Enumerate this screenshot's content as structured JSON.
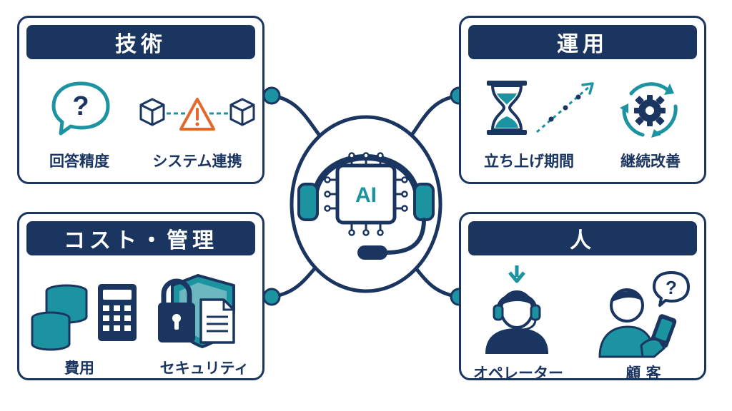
{
  "center": {
    "label": "AI"
  },
  "colors": {
    "navy": "#1b3561",
    "teal": "#1c93a0",
    "orange": "#e2682b"
  },
  "panels": {
    "tech": {
      "title": "技術",
      "items": [
        {
          "label": "回答精度",
          "icon": "question-bubble-icon"
        },
        {
          "label": "システム連携",
          "icon": "integration-warning-icon"
        }
      ]
    },
    "ops": {
      "title": "運用",
      "items": [
        {
          "label": "立ち上げ期間",
          "icon": "hourglass-icon"
        },
        {
          "label": "継続改善",
          "icon": "cycle-gear-icon"
        }
      ]
    },
    "cost": {
      "title": "コスト・管理",
      "items": [
        {
          "label": "費用",
          "icon": "coins-calculator-icon"
        },
        {
          "label": "セキュリティ",
          "icon": "lock-shield-icon"
        }
      ]
    },
    "people": {
      "title": "人",
      "items": [
        {
          "label": "オペレーター",
          "icon": "operator-icon"
        },
        {
          "label": "顧 客",
          "icon": "customer-icon"
        }
      ]
    }
  }
}
